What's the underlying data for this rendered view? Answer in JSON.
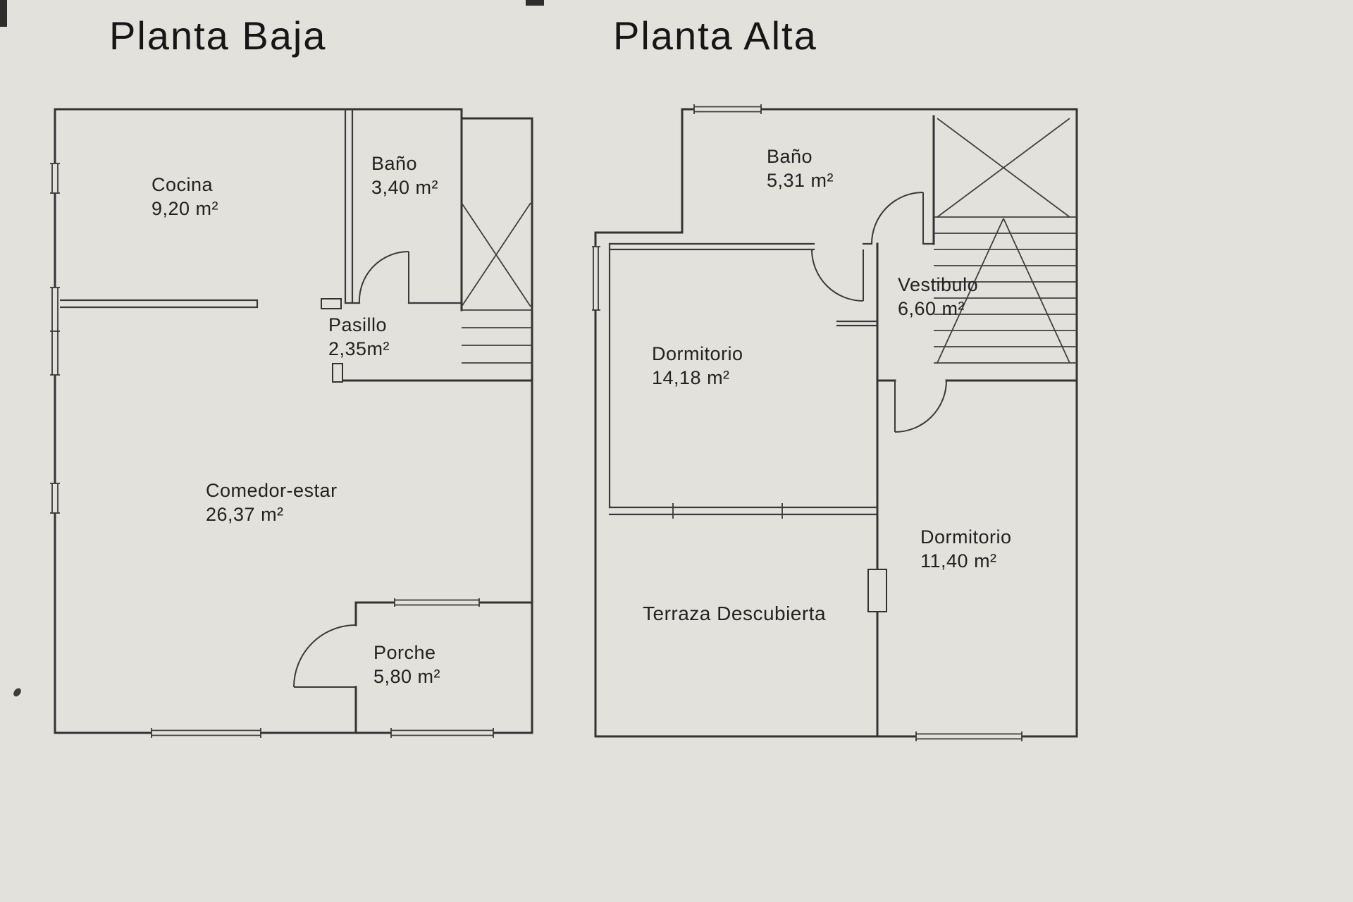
{
  "plans": [
    {
      "id": "planta-baja",
      "title": "Planta Baja",
      "rooms": [
        {
          "name": "Cocina",
          "area": "9,20 m²"
        },
        {
          "name": "Baño",
          "area": "3,40 m²"
        },
        {
          "name": "Pasillo",
          "area": "2,35m²"
        },
        {
          "name": "Comedor-estar",
          "area": "26,37 m²"
        },
        {
          "name": "Porche",
          "area": "5,80 m²"
        }
      ]
    },
    {
      "id": "planta-alta",
      "title": "Planta Alta",
      "rooms": [
        {
          "name": "Baño",
          "area": "5,31 m²"
        },
        {
          "name": "Dormitorio",
          "area": "14,18 m²"
        },
        {
          "name": "Vestibulo",
          "area": "6,60 m²"
        },
        {
          "name": "Dormitorio",
          "area": "11,40 m²"
        },
        {
          "name": "Terraza Descubierta",
          "area": ""
        }
      ]
    }
  ],
  "colors": {
    "paper": "#e3e1dc",
    "line": "#333333",
    "text": "#1b1b1b"
  }
}
